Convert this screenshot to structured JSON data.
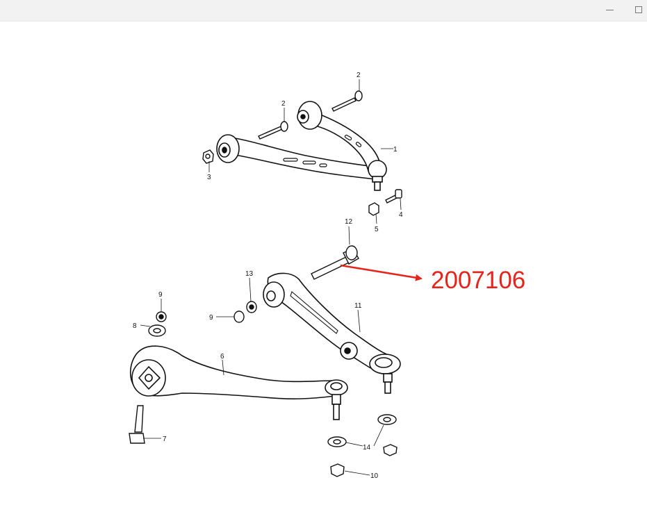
{
  "window": {
    "minimize_icon": "minimize-icon",
    "maximize_icon": "maximize-icon"
  },
  "diagram": {
    "callouts": {
      "c1": "1",
      "c2a": "2",
      "c2b": "2",
      "c3": "3",
      "c4": "4",
      "c5": "5",
      "c6": "6",
      "c7": "7",
      "c8": "8",
      "c9a": "9",
      "c9b": "9",
      "c10": "10",
      "c11": "11",
      "c12": "12",
      "c13": "13",
      "c14": "14"
    },
    "annotation": {
      "part_number": "2007106",
      "color": "#e8231a"
    }
  }
}
